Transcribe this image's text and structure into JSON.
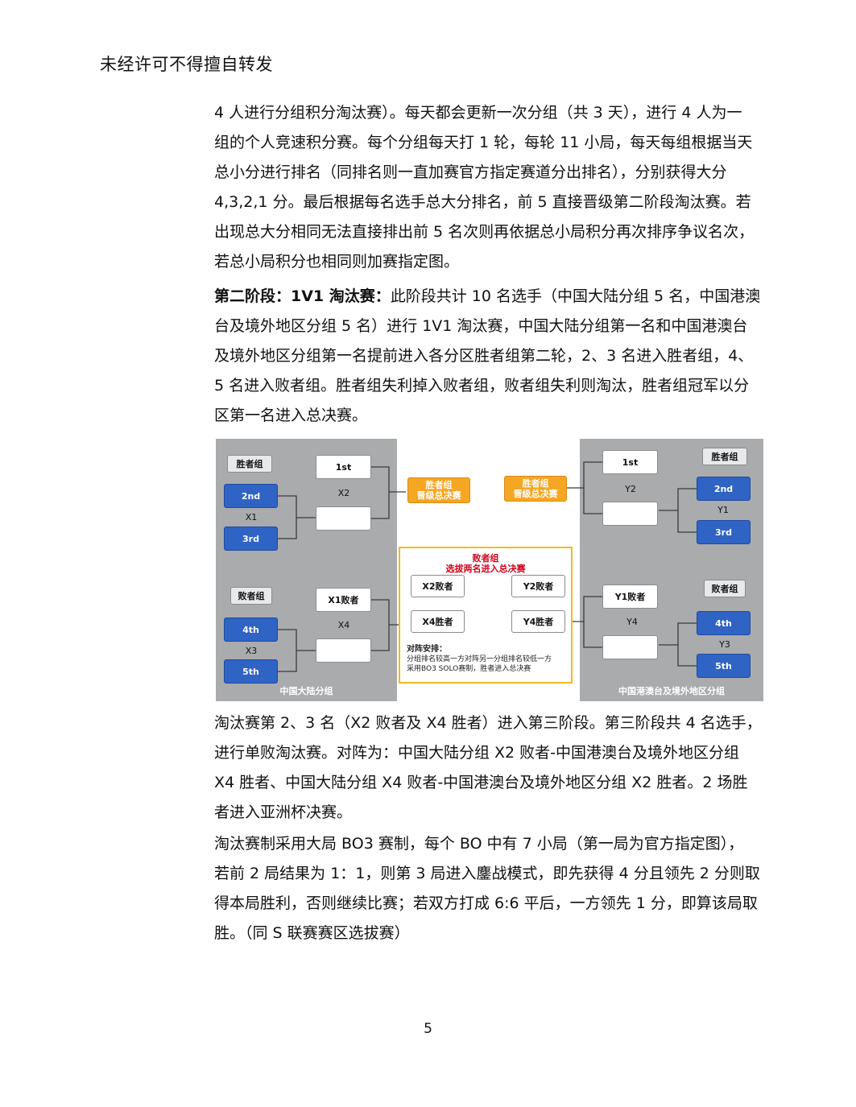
{
  "header": "未经许可不得擅自转发",
  "paragraph1": [
    "4 人进行分组积分淘汰赛）。每天都会更新一次分组（共 3 天），进行 4 人为一",
    "组的个人竞速积分赛。每个分组每天打 1 轮，每轮 11 小局，每天每组根据当天",
    "总小分进行排名（同排名则一直加赛官方指定赛道分出排名），分别获得大分",
    "4,3,2,1 分。最后根据每名选手总大分排名，前 5 直接晋级第二阶段淘汰赛。若",
    "出现总大分相同无法直接排出前 5 名次则再依据总小局积分再次排序争议名次，",
    "若总小局积分也相同则加赛指定图。"
  ],
  "paragraph2": {
    "bold_lead": "第二阶段：1V1 淘汰赛：",
    "first_line_rest": "此阶段共计 10 名选手（中国大陆分组 5 名，中国港澳",
    "lines": [
      "台及境外地区分组 5 名）进行 1V1 淘汰赛，中国大陆分组第一名和中国港澳台",
      "及境外地区分组第一名提前进入各分区胜者组第二轮，2、3 名进入胜者组，4、",
      "5 名进入败者组。胜者组失利掉入败者组，败者组失利则淘汰，胜者组冠军以分",
      "区第一名进入总决赛。"
    ]
  },
  "diagram": {
    "left_caption": "中国大陆分组",
    "right_caption": "中国港澳台及境外地区分组",
    "winners_tag": "胜者组",
    "losers_tag": "败者组",
    "left": {
      "w_top": "1st",
      "w_mid_label": "X2",
      "w_a": "2nd",
      "w_b": "3rd",
      "w_ab_label": "X1",
      "l_top": "X1败者",
      "l_mid_label": "X4",
      "l_a": "4th",
      "l_b": "5th",
      "l_ab_label": "X3"
    },
    "right": {
      "w_top": "1st",
      "w_mid_label": "Y2",
      "w_a": "2nd",
      "w_b": "3rd",
      "w_ab_label": "Y1",
      "l_top": "Y1败者",
      "l_mid_label": "Y4",
      "l_a": "4th",
      "l_b": "5th",
      "l_ab_label": "Y3"
    },
    "advance_l1": "胜者组",
    "advance_l2": "晋级总决赛",
    "losers_panel_l1": "败者组",
    "losers_panel_l2": "选拔两名进入总决赛",
    "x2_loser": "X2败者",
    "x4_winner": "X4胜者",
    "y2_loser": "Y2败者",
    "y4_winner": "Y4胜者",
    "notes_title": "对阵安排：",
    "notes_l1": "分组排名较高一方对阵另一分组排名较低一方",
    "notes_l2": "采用BO3 SOLO赛制，胜者进入总决赛"
  },
  "paragraph3": [
    "淘汰赛第 2、3 名（X2 败者及 X4 胜者）进入第三阶段。第三阶段共 4 名选手，",
    "进行单败淘汰赛。对阵为：中国大陆分组 X2 败者-中国港澳台及境外地区分组",
    "X4 胜者、中国大陆分组 X4 败者-中国港澳台及境外地区分组 X2 胜者。2 场胜",
    "者进入亚洲杯决赛。"
  ],
  "paragraph4": [
    "淘汰赛制采用大局 BO3 赛制，每个 BO 中有 7 小局（第一局为官方指定图），",
    "若前 2 局结果为 1：1，则第 3 局进入鏖战模式，即先获得 4 分且领先 2 分则取",
    "得本局胜利，否则继续比赛；若双方打成 6:6 平后，一方领先 1 分，即算该局取",
    "胜。（同 S 联赛赛区选拔赛）"
  ],
  "page_number": "5"
}
